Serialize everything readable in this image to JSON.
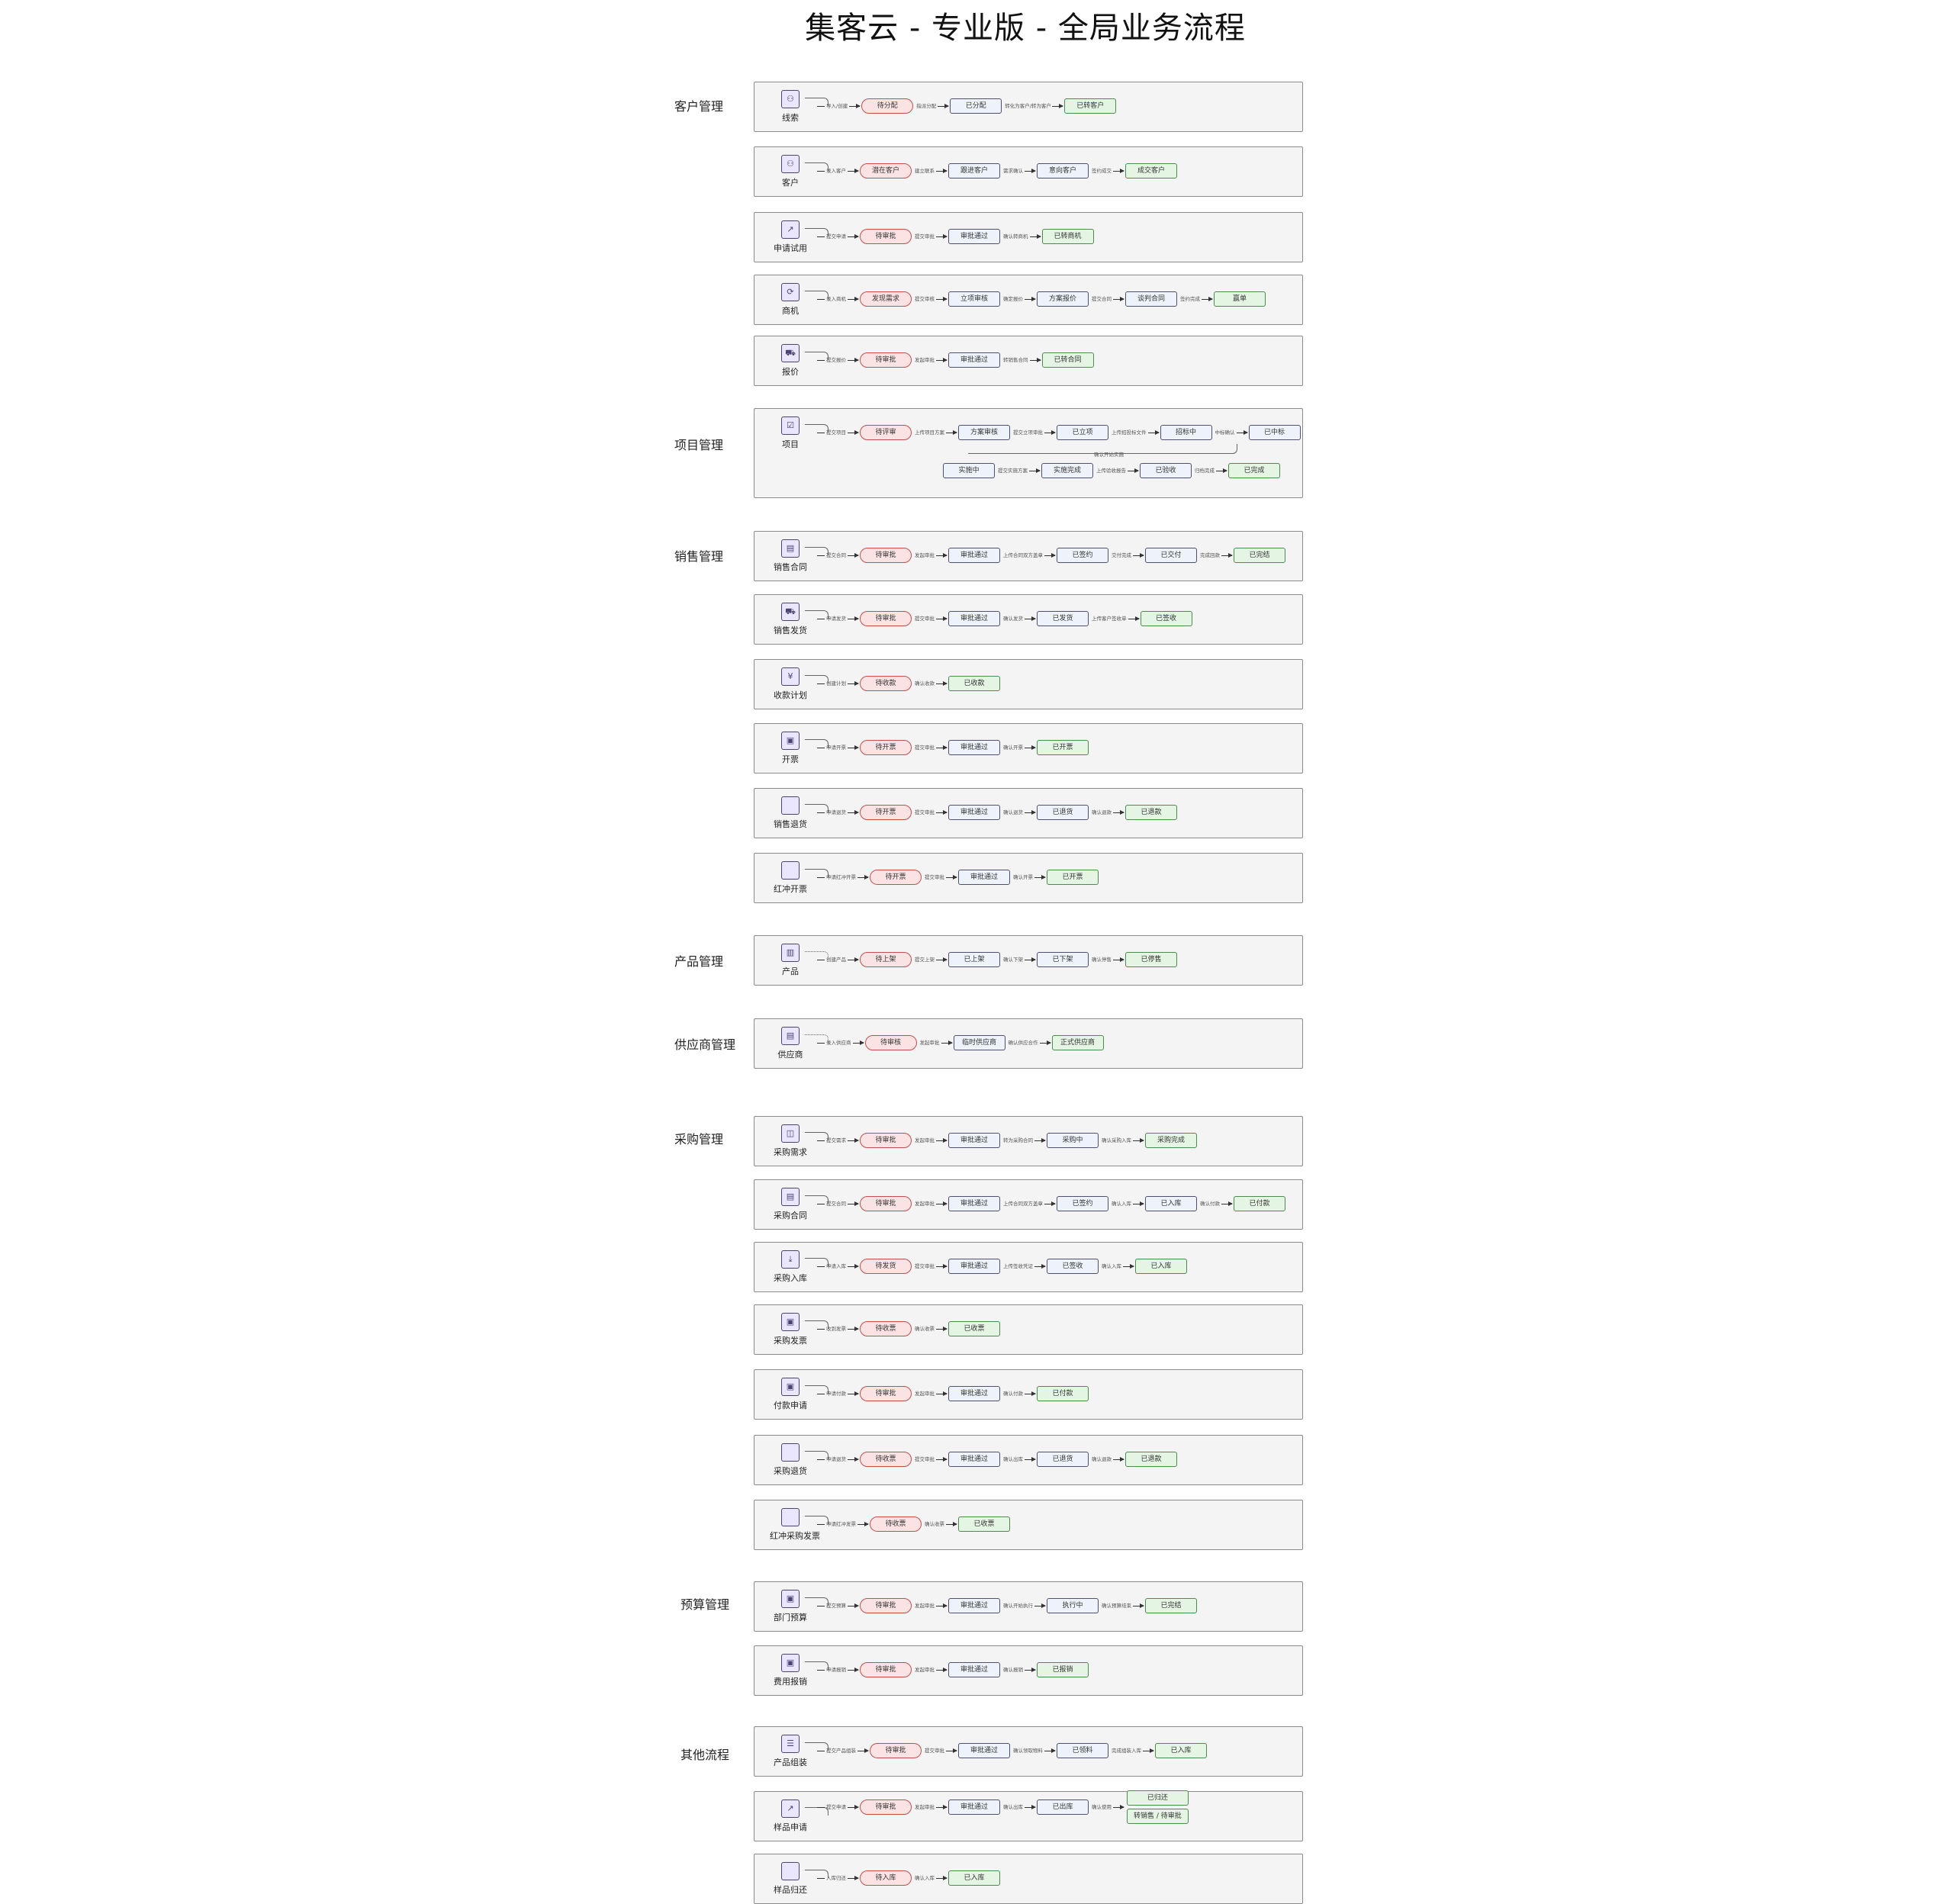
{
  "title": "集客云 - 专业版 - 全局业务流程",
  "sections": [
    {
      "label": "客户管理"
    },
    {
      "label": "项目管理"
    },
    {
      "label": "销售管理"
    },
    {
      "label": "产品管理"
    },
    {
      "label": "供应商管理"
    },
    {
      "label": "采购管理"
    },
    {
      "label": "预算管理"
    },
    {
      "label": "其他流程"
    }
  ],
  "flows": [
    {
      "name": "线索",
      "icon": "user-icon",
      "entry": "导入/创建",
      "nodes": [
        "待分配",
        "已分配",
        "已转客户"
      ],
      "edges": [
        "指派分配",
        "转化为客户/转为客户"
      ]
    },
    {
      "name": "客户",
      "icon": "user-icon",
      "entry": "录入客户",
      "nodes": [
        "潜在客户",
        "跟进客户",
        "意向客户",
        "成交客户"
      ],
      "edges": [
        "建立联系",
        "需求确认",
        "签约成交"
      ]
    },
    {
      "name": "申请试用",
      "icon": "external-link-icon",
      "entry": "提交申请",
      "nodes": [
        "待审批",
        "审批通过",
        "已转商机"
      ],
      "edges": [
        "提交审批",
        "确认转商机"
      ]
    },
    {
      "name": "商机",
      "icon": "refresh-icon",
      "entry": "录入商机",
      "nodes": [
        "发现需求",
        "立项审核",
        "方案报价",
        "谈判合同",
        "赢单"
      ],
      "edges": [
        "提交审核",
        "确定报价",
        "提交合同",
        "签约完成"
      ]
    },
    {
      "name": "报价",
      "icon": "cart-icon",
      "entry": "提交报价",
      "nodes": [
        "待审批",
        "审批通过",
        "已转合同"
      ],
      "edges": [
        "发起审批",
        "转销售合同"
      ]
    },
    {
      "name": "项目",
      "icon": "checkbox-icon",
      "entry": "提交项目",
      "nodes": [
        "待评审",
        "方案审核",
        "已立项",
        "招标中",
        "已中标"
      ],
      "edges": [
        "上传项目方案",
        "提交立项审批",
        "上传招投标文件",
        "中标确认"
      ],
      "nodes2": [
        "实施中",
        "实施完成",
        "已验收",
        "已完成"
      ],
      "edges2": [
        "提交实施方案",
        "上传验收报告",
        "归档完成"
      ],
      "bridge": "确认开始实施"
    },
    {
      "name": "销售合同",
      "icon": "contract-icon",
      "entry": "提交合同",
      "nodes": [
        "待审批",
        "审批通过",
        "已签约",
        "已交付",
        "已完结"
      ],
      "edges": [
        "发起审批",
        "上传合同双方盖章",
        "交付完成",
        "完成回款"
      ]
    },
    {
      "name": "销售发货",
      "icon": "truck-icon",
      "entry": "申请发货",
      "nodes": [
        "待审批",
        "审批通过",
        "已发货",
        "已签收"
      ],
      "edges": [
        "提交审批",
        "确认发货",
        "上传客户签收单"
      ]
    },
    {
      "name": "收款计划",
      "icon": "money-icon",
      "entry": "创建计划",
      "nodes": [
        "待收款",
        "已收款"
      ],
      "edges": [
        "确认收款"
      ]
    },
    {
      "name": "开票",
      "icon": "invoice-icon",
      "entry": "申请开票",
      "nodes": [
        "待开票",
        "审批通过",
        "已开票"
      ],
      "edges": [
        "提交审批",
        "确认开票"
      ]
    },
    {
      "name": "销售退货",
      "icon": "return-icon",
      "entry": "申请退货",
      "nodes": [
        "待开票",
        "审批通过",
        "已退货",
        "已退款"
      ],
      "edges": [
        "提交审批",
        "确认退货",
        "确认退款"
      ]
    },
    {
      "name": "红冲开票",
      "icon": "reverse-invoice-icon",
      "entry": "申请红冲开票",
      "nodes": [
        "待开票",
        "审批通过",
        "已开票"
      ],
      "edges": [
        "提交审批",
        "确认开票"
      ]
    },
    {
      "name": "产品",
      "icon": "product-icon",
      "entry": "创建产品",
      "nodes": [
        "待上架",
        "已上架",
        "已下架",
        "已停售"
      ],
      "edges": [
        "提交上架",
        "确认下架",
        "确认停售"
      ]
    },
    {
      "name": "供应商",
      "icon": "supplier-icon",
      "entry": "录入供应商",
      "nodes": [
        "待审核",
        "临时供应商",
        "正式供应商"
      ],
      "edges": [
        "发起审批",
        "确认供应合作"
      ]
    },
    {
      "name": "采购需求",
      "icon": "bag-icon",
      "entry": "提交需求",
      "nodes": [
        "待审批",
        "审批通过",
        "采购中",
        "采购完成"
      ],
      "edges": [
        "发起审批",
        "转为采购合同",
        "确认采购入库"
      ]
    },
    {
      "name": "采购合同",
      "icon": "contract-icon",
      "entry": "提交合同",
      "nodes": [
        "待审批",
        "审批通过",
        "已签约",
        "已入库",
        "已付款"
      ],
      "edges": [
        "发起审批",
        "上传合同双方盖章",
        "确认入库",
        "确认付款"
      ]
    },
    {
      "name": "采购入库",
      "icon": "stock-in-icon",
      "entry": "申请入库",
      "nodes": [
        "待发货",
        "审批通过",
        "已签收",
        "已入库"
      ],
      "edges": [
        "提交审批",
        "上传签收凭证",
        "确认入库"
      ]
    },
    {
      "name": "采购发票",
      "icon": "invoice-icon",
      "entry": "收到发票",
      "nodes": [
        "待收票",
        "已收票"
      ],
      "edges": [
        "确认收票"
      ]
    },
    {
      "name": "付款申请",
      "icon": "payment-icon",
      "entry": "申请付款",
      "nodes": [
        "待审批",
        "审批通过",
        "已付款"
      ],
      "edges": [
        "发起审批",
        "确认付款"
      ]
    },
    {
      "name": "采购退货",
      "icon": "return-icon",
      "entry": "申请退货",
      "nodes": [
        "待收票",
        "审批通过",
        "已退货",
        "已退款"
      ],
      "edges": [
        "提交审批",
        "确认出库",
        "确认退款"
      ]
    },
    {
      "name": "红冲采购发票",
      "icon": "reverse-invoice-icon",
      "entry": "申请红冲发票",
      "nodes": [
        "待收票",
        "已收票"
      ],
      "edges": [
        "确认收票"
      ]
    },
    {
      "name": "部门预算",
      "icon": "budget-icon",
      "entry": "提交预算",
      "nodes": [
        "待审批",
        "审批通过",
        "执行中",
        "已完结"
      ],
      "edges": [
        "发起审批",
        "确认开始执行",
        "确认预算结束"
      ]
    },
    {
      "name": "费用报销",
      "icon": "expense-icon",
      "entry": "申请报销",
      "nodes": [
        "待审批",
        "审批通过",
        "已报销"
      ],
      "edges": [
        "发起审批",
        "确认报销"
      ]
    },
    {
      "name": "产品组装",
      "icon": "list-icon",
      "entry": "提交产品组装",
      "nodes": [
        "待审批",
        "审批通过",
        "已领料",
        "已入库"
      ],
      "edges": [
        "提交审批",
        "确认领取物料",
        "完成组装入库"
      ]
    },
    {
      "name": "样品申请",
      "icon": "external-link-icon",
      "entry": "提交申请",
      "nodes": [
        "待审批",
        "审批通过",
        "已出库"
      ],
      "edges": [
        "发起审批",
        "确认出库"
      ],
      "branch_edge": "确认使用",
      "branches": [
        "已归还",
        "转销售 / 待审批"
      ]
    },
    {
      "name": "样品归还",
      "icon": "sample-return-icon",
      "entry": "入库归还",
      "nodes": [
        "待入库",
        "已入库"
      ],
      "edges": [
        "确认入库"
      ]
    }
  ],
  "colors": {
    "start": "#fbe3e3",
    "middle": "#eef3fb",
    "end": "#e5f5e3",
    "panel": "#f4f4f4"
  }
}
